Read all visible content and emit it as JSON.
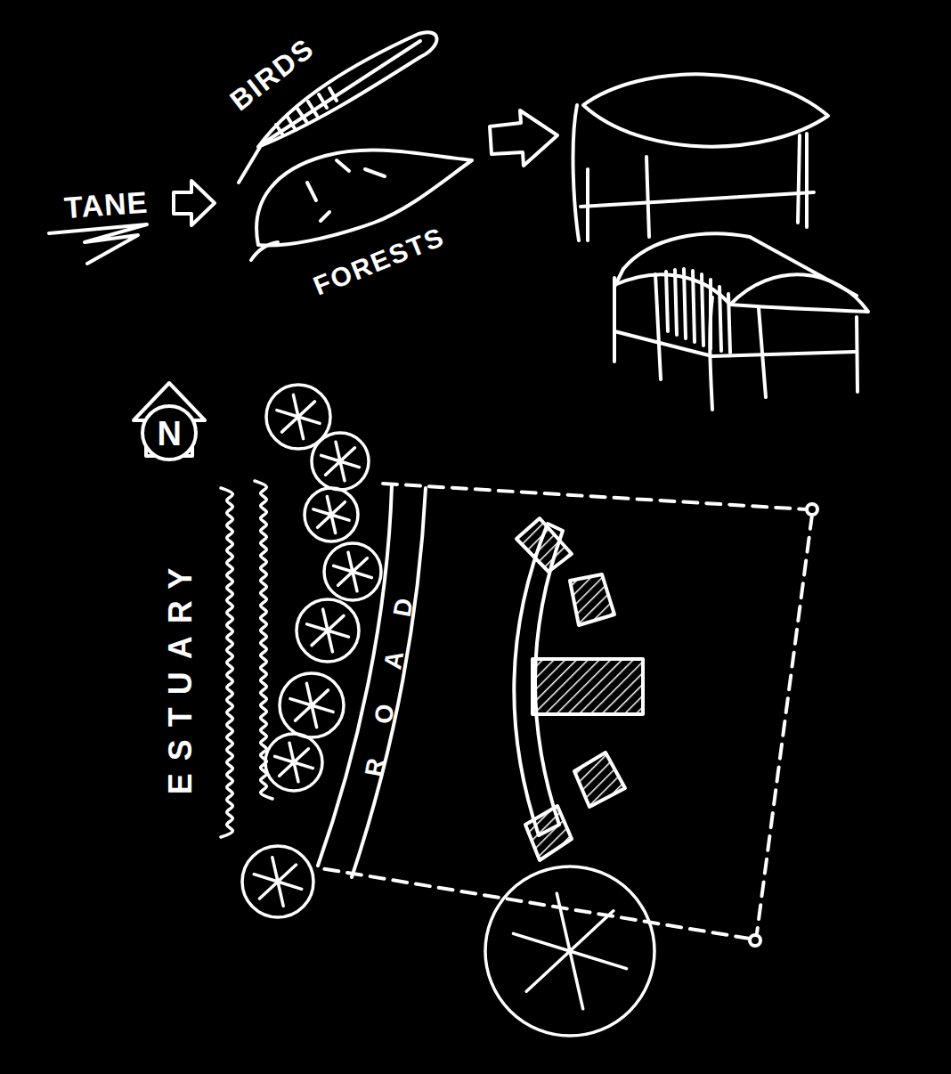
{
  "diagram": {
    "labels": [
      "TANE",
      "BIRDS",
      "FORESTS",
      "N",
      "ESTUARY",
      "ROAD"
    ]
  }
}
